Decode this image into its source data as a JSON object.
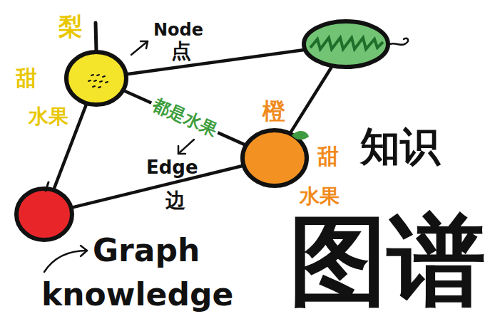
{
  "diagram": {
    "nodes": [
      {
        "text": [
          "梨",
          "甜",
          "水果"
        ]
      },
      {
        "text": []
      },
      {
        "text": [
          "橙",
          "甜",
          "水果"
        ]
      },
      {
        "text": []
      }
    ],
    "edges": [
      {
        "from": 0,
        "to": 1,
        "arrow": "none"
      },
      {
        "from": 0,
        "to": 2,
        "label": "都是水果",
        "arrow": "none"
      },
      {
        "from": 0,
        "to": 3,
        "arrow": "none"
      },
      {
        "from": 1,
        "to": 2,
        "arrow": "none"
      },
      {
        "from": 3,
        "to": 2,
        "arrow": "none"
      }
    ],
    "labels": [
      "Node",
      "点",
      "Edge",
      "边",
      "知识",
      "图谱",
      "Graph",
      "knowledge"
    ]
  }
}
